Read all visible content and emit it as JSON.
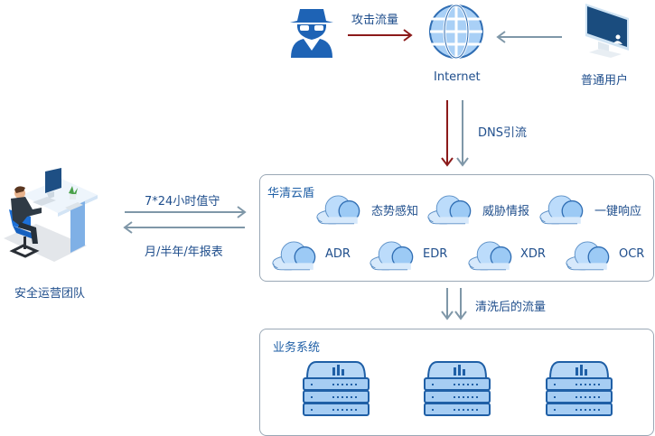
{
  "top": {
    "attacker_label": "攻击流量",
    "internet_label": "Internet",
    "user_label": "普通用户"
  },
  "dns": {
    "label": "DNS引流"
  },
  "team": {
    "label": "安全运营团队",
    "to_shield_label": "7*24小时值守",
    "from_shield_label": "月/半年/年报表"
  },
  "shield": {
    "title": "华清云盾",
    "row1": [
      {
        "label": "态势感知",
        "icon": "cloud-icon"
      },
      {
        "label": "威胁情报",
        "icon": "cloud-icon"
      },
      {
        "label": "一键响应",
        "icon": "cloud-icon"
      }
    ],
    "row2": [
      {
        "label": "ADR",
        "icon": "cloud-icon"
      },
      {
        "label": "EDR",
        "icon": "cloud-icon"
      },
      {
        "label": "XDR",
        "icon": "cloud-icon"
      },
      {
        "label": "OCR",
        "icon": "cloud-icon"
      }
    ]
  },
  "clean": {
    "label": "清洗后的流量"
  },
  "business": {
    "title": "业务系统",
    "servers": [
      "server-icon",
      "server-icon",
      "server-icon"
    ]
  },
  "colors": {
    "attack_arrow": "#8b1a1a",
    "normal_arrow": "#7f97a8",
    "text_blue": "#1f4e8c",
    "icon_blue": "#1e63b5",
    "cloud_light": "#bcdcfb",
    "cloud_mid": "#8ec1f3"
  }
}
